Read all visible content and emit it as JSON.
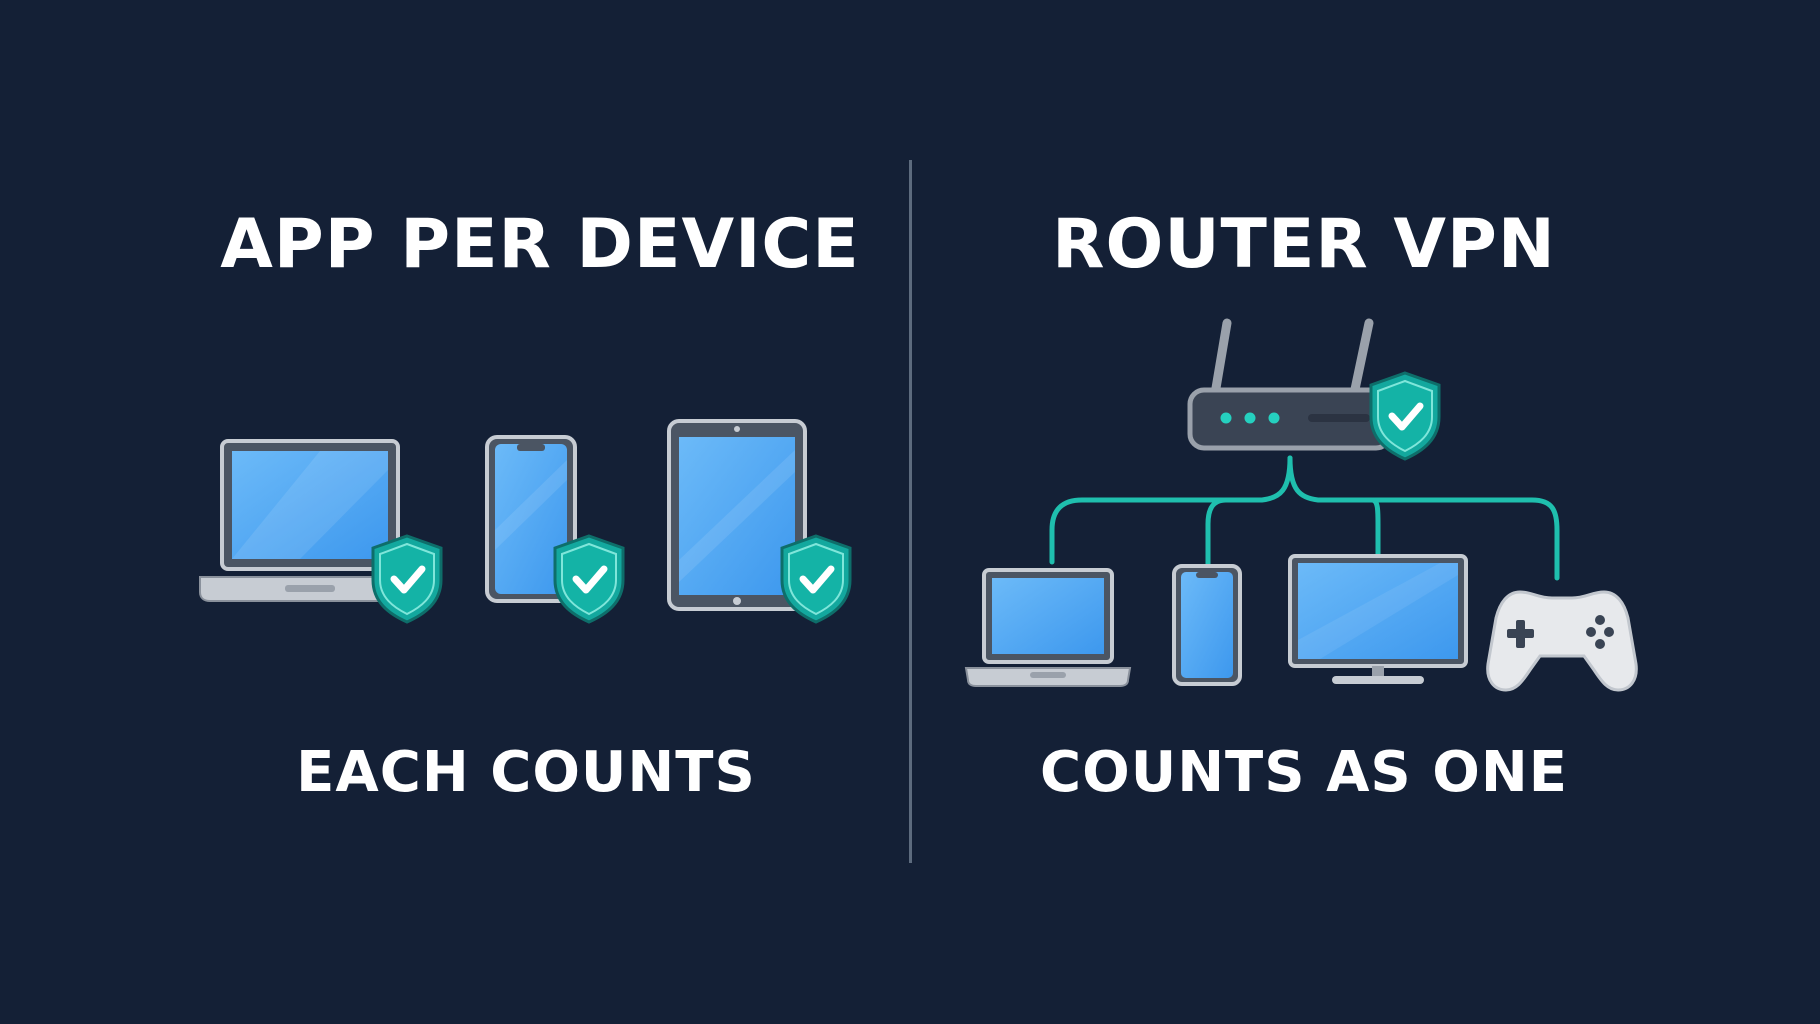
{
  "left_panel": {
    "title": "APP PER DEVICE",
    "caption": "EACH COUNTS",
    "devices": [
      "laptop-icon",
      "phone-icon",
      "tablet-icon"
    ],
    "badge": "shield-check-icon"
  },
  "right_panel": {
    "title": "ROUTER VPN",
    "caption": "COUNTS AS ONE",
    "hub": "router-icon",
    "devices": [
      "laptop-icon",
      "phone-icon",
      "monitor-icon",
      "gamepad-icon"
    ],
    "badge": "shield-check-icon"
  },
  "colors": {
    "background": "#142036",
    "screen": "#4fa8f5",
    "shield": "#13a89e",
    "connector": "#1fbfae",
    "device_frame": "#c7ccd3",
    "divider": "#5d6b7e"
  }
}
